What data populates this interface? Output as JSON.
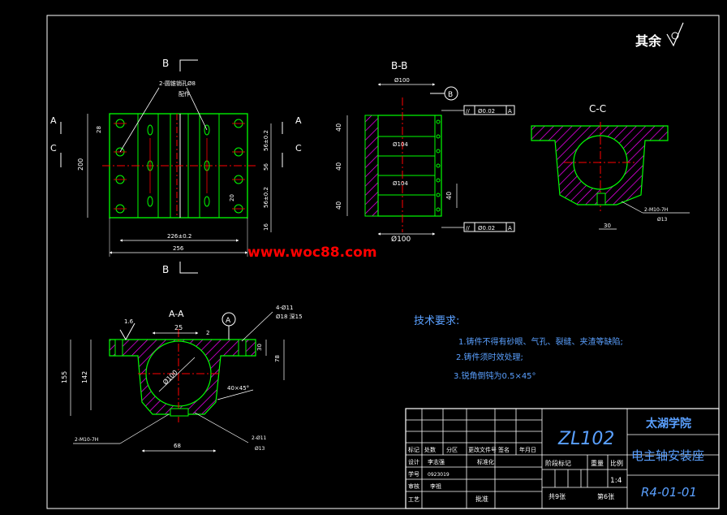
{
  "corner_note": "其余",
  "watermark": "www.woc88.com",
  "views": {
    "top": {
      "section_b": "B",
      "section_a": "A",
      "section_c": "C",
      "note_holes": "2-圆锥销孔Ø8",
      "note_pair": "配作",
      "dim_height": "200",
      "dim_28": "28",
      "dim_56a": "56±0.2",
      "dim_56b": "56",
      "dim_56c": "56±0.2",
      "dim_16": "16",
      "dim_20": "20",
      "dim_inner_w": "226±0.2",
      "dim_width": "256"
    },
    "bb": {
      "title": "B-B",
      "dim_top": "Ø100",
      "datum": "B",
      "tol_top_sym": "//",
      "tol_top_val": "Ø0.02",
      "tol_top_ref": "A",
      "dim_40a": "40",
      "dim_40b": "40",
      "dim_40c": "40",
      "dim_40side": "40",
      "dim_104a": "Ø104",
      "dim_104b": "Ø104",
      "dim_bottom": "Ø100",
      "tol_bot_sym": "//",
      "tol_bot_val": "Ø0.02",
      "tol_bot_ref": "A"
    },
    "cc": {
      "title": "C-C",
      "dim_30": "30",
      "note_thread": "2-M10-7H",
      "note_dia": "Ø13"
    },
    "aa": {
      "title": "A-A",
      "roughness": "1.6",
      "dim_25": "25",
      "dim_2": "2",
      "datum": "A",
      "note_holes": "4-Ø11",
      "note_cb": "Ø18 深15",
      "dim_30": "30",
      "dim_78": "78",
      "dim_155": "155",
      "dim_142": "142",
      "dim_dia": "Ø100",
      "dim_chamfer": "40×45°",
      "note_thread": "2-M10-7H",
      "note_hole": "2-Ø11",
      "note_dia": "Ø13",
      "dim_68": "68"
    }
  },
  "requirements": {
    "title": "技术要求:",
    "items": [
      "1.铸件不得有砂眼、气孔、裂缝、夹渣等缺陷;",
      "2.铸件须时效处理;",
      "3.锐角倒钝为0.5×45°"
    ]
  },
  "title_block": {
    "material": "ZL102",
    "school": "太湖学院",
    "part_name": "电主轴安装座",
    "drawing_no": "R4-01-01",
    "h_mark": "标记",
    "h_count": "处数",
    "h_zone": "分区",
    "h_docno": "更改文件号",
    "h_sign": "签名",
    "h_date": "年月日",
    "h_design": "设计",
    "designer": "李志强",
    "h_std": "标准化",
    "h_studentno": "学号",
    "student_no": "0923019",
    "h_review": "审核",
    "reviewer": "李祖",
    "h_process": "工艺",
    "h_approve": "批准",
    "h_stage": "阶段标记",
    "h_weight": "重量",
    "h_scale": "比例",
    "scale": "1:4",
    "sheets_total": "共9张",
    "sheet_no": "第6张"
  },
  "colors": {
    "border": "#ffffff",
    "outline": "#00ff00",
    "center": "#ff0000",
    "hatch": "#ff00ff",
    "dim": "#ffffff",
    "text_title": "#5aa0ff",
    "watermark": "#ff0000"
  }
}
